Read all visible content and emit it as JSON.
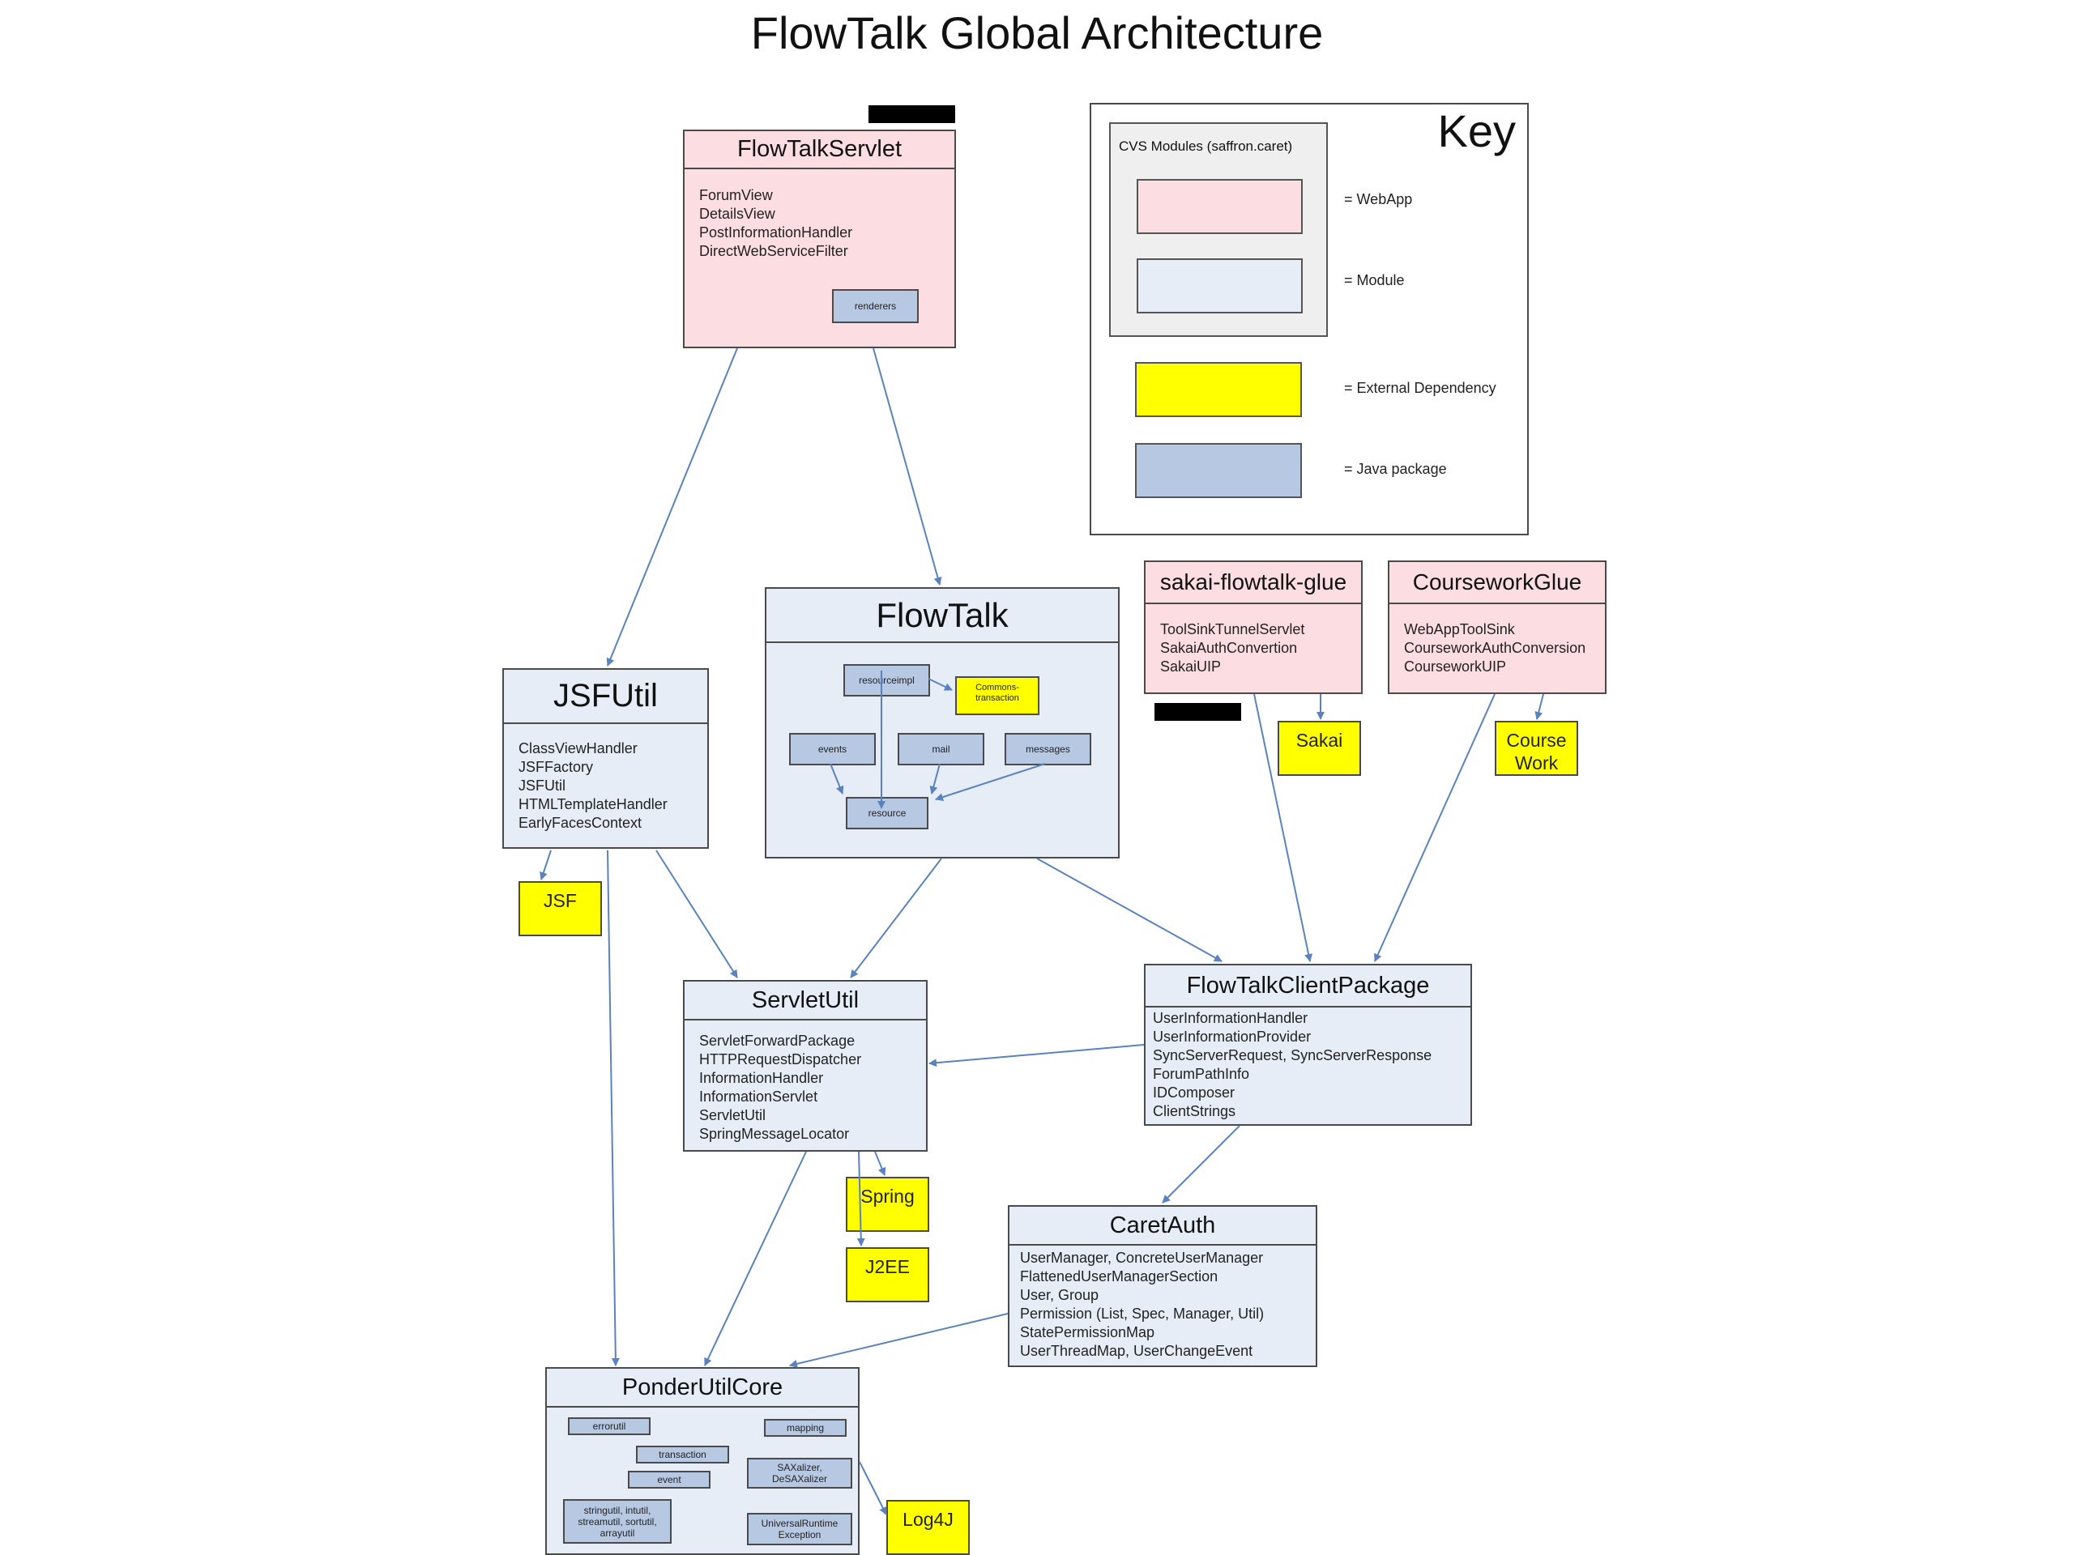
{
  "title": "FlowTalk Global Architecture",
  "key": {
    "title": "Key",
    "group_label": "CVS Modules (saffron.caret)",
    "items": [
      {
        "label": "= WebApp"
      },
      {
        "label": "= Module"
      },
      {
        "label": "= External Dependency"
      },
      {
        "label": "= Java package"
      }
    ]
  },
  "components": {
    "flowtalkservlet": {
      "title": "FlowTalkServlet",
      "classes": "ForumView\nDetailsView\nPostInformationHandler\nDirectWebServiceFilter",
      "packages": [
        "renderers"
      ]
    },
    "flowtalk": {
      "title": "FlowTalk",
      "packages": [
        "resourceimpl",
        "events",
        "mail",
        "messages",
        "resource"
      ],
      "externals": [
        "Commons-\ntransaction"
      ]
    },
    "jsfutil": {
      "title": "JSFUtil",
      "classes": "ClassViewHandler\nJSFFactory\nJSFUtil\nHTMLTemplateHandler\nEarlyFacesContext"
    },
    "sakai_glue": {
      "title": "sakai-flowtalk-glue",
      "classes": "ToolSinkTunnelServlet\nSakaiAuthConvertion\nSakaiUIP"
    },
    "coursework_glue": {
      "title": "CourseworkGlue",
      "classes": "WebAppToolSink\nCourseworkAuthConversion\nCourseworkUIP"
    },
    "servletutil": {
      "title": "ServletUtil",
      "classes": "ServletForwardPackage\nHTTPRequestDispatcher\nInformationHandler\nInformationServlet\nServletUtil\nSpringMessageLocator"
    },
    "clientpackage": {
      "title": "FlowTalkClientPackage",
      "classes": "UserInformationHandler\nUserInformationProvider\nSyncServerRequest, SyncServerResponse\nForumPathInfo\nIDComposer\nClientStrings"
    },
    "caretauth": {
      "title": "CaretAuth",
      "classes": "UserManager, ConcreteUserManager\nFlattenedUserManagerSection\nUser, Group\nPermission (List, Spec, Manager, Util)\nStatePermissionMap\nUserThreadMap, UserChangeEvent"
    },
    "ponderutilcore": {
      "title": "PonderUtilCore",
      "packages": [
        "errorutil",
        "mapping",
        "transaction",
        "event",
        "SAXalizer,\nDeSAXalizer",
        "stringutil, intutil,\nstreamutil, sortutil,\narrayutil",
        "UniversalRuntime\nException"
      ]
    }
  },
  "externals": [
    "Sakai",
    "Course\nWork",
    "JSF",
    "Spring",
    "J2EE",
    "Log4J"
  ],
  "colors": {
    "webapp": "#fcdde2",
    "module": "#e6edf7",
    "external": "#ffff00",
    "java_package": "#b7c8e2",
    "arrow": "#5a82c0"
  }
}
